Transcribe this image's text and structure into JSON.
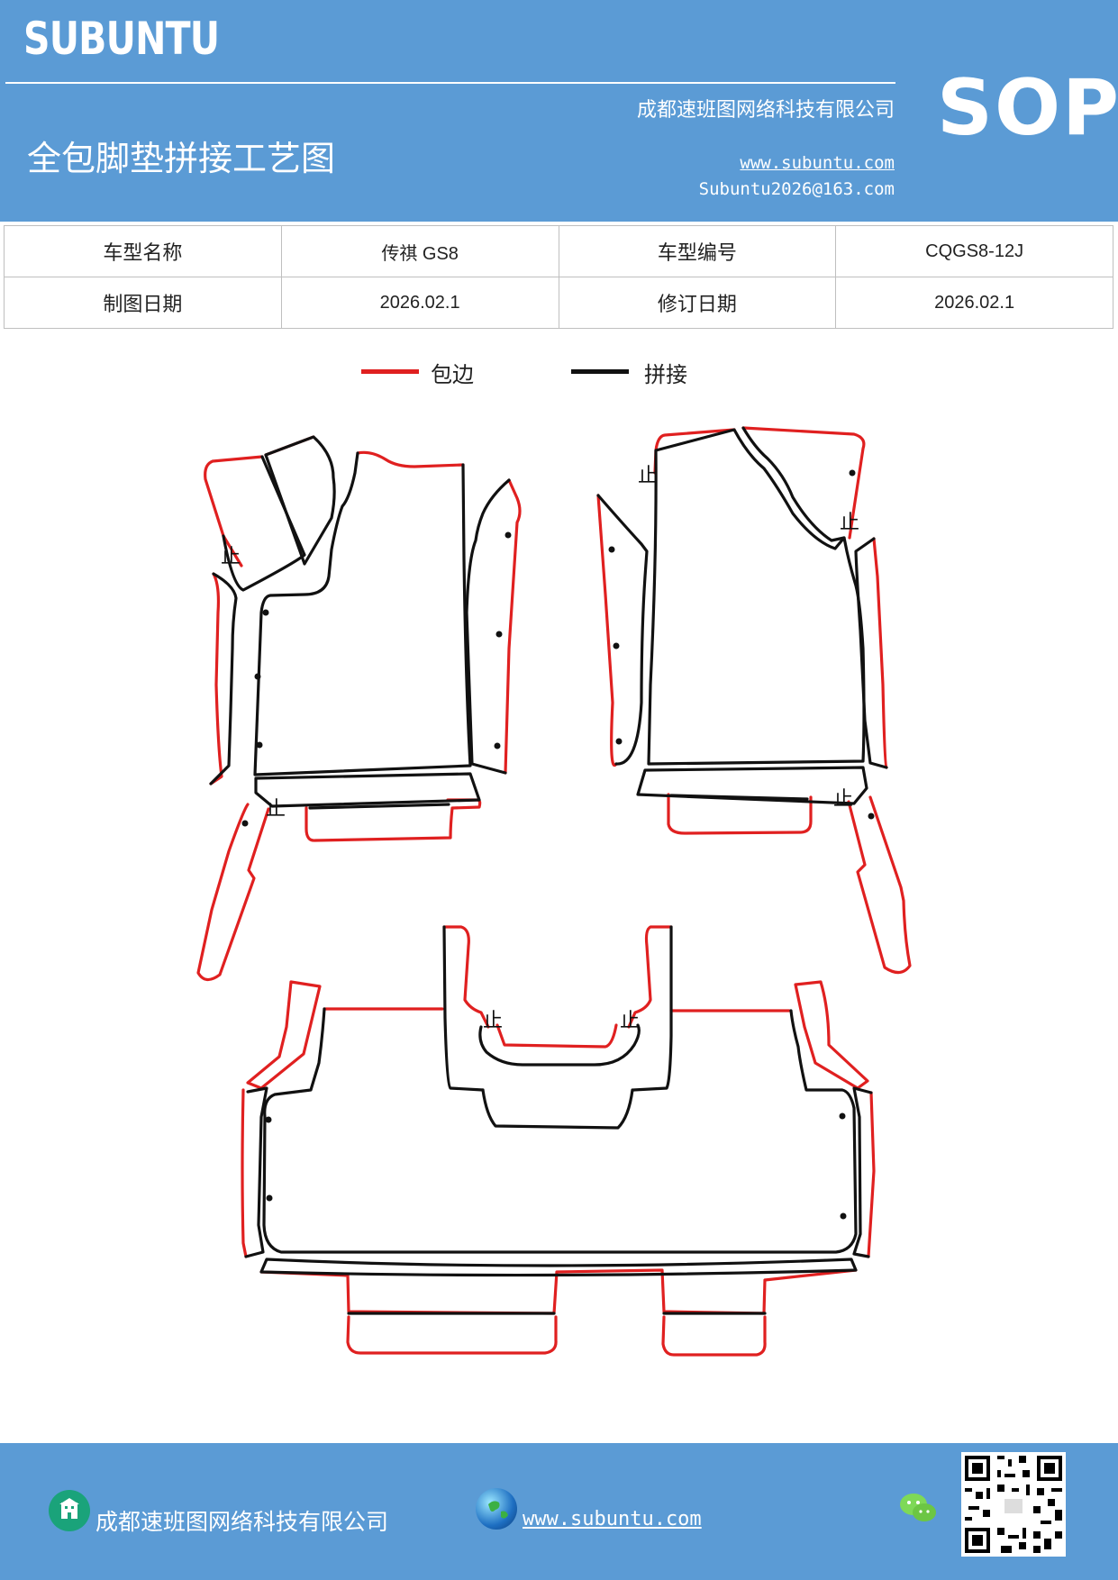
{
  "header": {
    "brand": "SUBUNTU",
    "doc_type": "SOP",
    "company": "成都速班图网络科技有限公司",
    "title": "全包脚垫拼接工艺图",
    "website": "www.subuntu.com",
    "email": "Subuntu2026@163.com"
  },
  "info_table": {
    "model_name_label": "车型名称",
    "model_name_value": "传祺 GS8",
    "model_code_label": "车型编号",
    "model_code_value": "CQGS8-12J",
    "draw_date_label": "制图日期",
    "draw_date_value": "2026.02.1",
    "revise_date_label": "修订日期",
    "revise_date_value": "2026.02.1"
  },
  "legend": {
    "edge_label": "包边",
    "edge_color": "#e02020",
    "splice_label": "拼接",
    "splice_color": "#111111"
  },
  "diagram": {
    "marker_text": "止"
  },
  "footer": {
    "company": "成都速班图网络科技有限公司",
    "website": "www.subuntu.com"
  }
}
